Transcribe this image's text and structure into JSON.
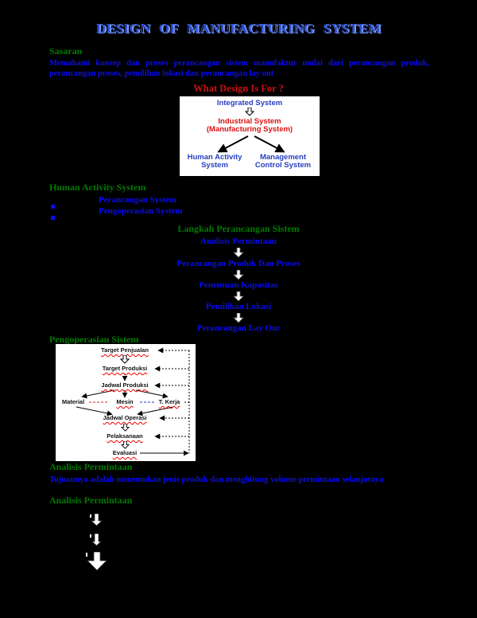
{
  "page": {
    "title": "DESIGN OF MANUFACTURING SYSTEM",
    "colors": {
      "background": "#000000",
      "title_blue": "#2d4fd2",
      "heading_green": "#007a00",
      "body_blue": "#0a0af0",
      "figure_heading_red": "#cc1111",
      "figure_box_background": "#ffffff"
    }
  },
  "sasaran": {
    "heading": "Sasaran",
    "body": "Memahami konsep dan proses perancangan sistem manufaktur mulai dari perancangan produk, perancangan proses, pemilihan lokasi dan perancangan lay out"
  },
  "what_design": {
    "heading": "What Design Is For ?",
    "top_node": "Integrated System",
    "middle_line1": "Industrial System",
    "middle_line2": "(Manufacturing System)",
    "bottom_left": "Human Activity System",
    "bottom_right": "Management Control System"
  },
  "human_activity": {
    "heading": "Human Activity System",
    "items": [
      "Perancangan System",
      "Pengoperasian System"
    ]
  },
  "langkah": {
    "heading": "Langkah Perancangan Sistem",
    "steps": [
      "Analisis Permintaan",
      "Perancangan Produk Dan Proses",
      "Penentuan Kapasitas",
      "Pemilihan Lokasi",
      "Perancangan Lay Out"
    ]
  },
  "pengoperasian": {
    "heading": "Pengoperasian Sistem",
    "flow": {
      "target_penjualan": "Target Penjualan",
      "target_produksi": "Target Produksi",
      "jadwal_produksi": "Jadwal Produksi",
      "material": "Material",
      "mesin": "Mesin",
      "t_kerja": "T. Kerja",
      "jadwal_operasi": "Jadwal Operasi",
      "pelaksanaan": "Pelaksanaan",
      "evaluasi": "Evaluasi"
    }
  },
  "analisis1": {
    "heading": "Analisis Permintaan",
    "body": "Tujuannya adalah menentukan jenis produk dan menghitung volume permintaan selanjutnya"
  },
  "analisis2": {
    "heading": "Analisis Permintaan"
  }
}
